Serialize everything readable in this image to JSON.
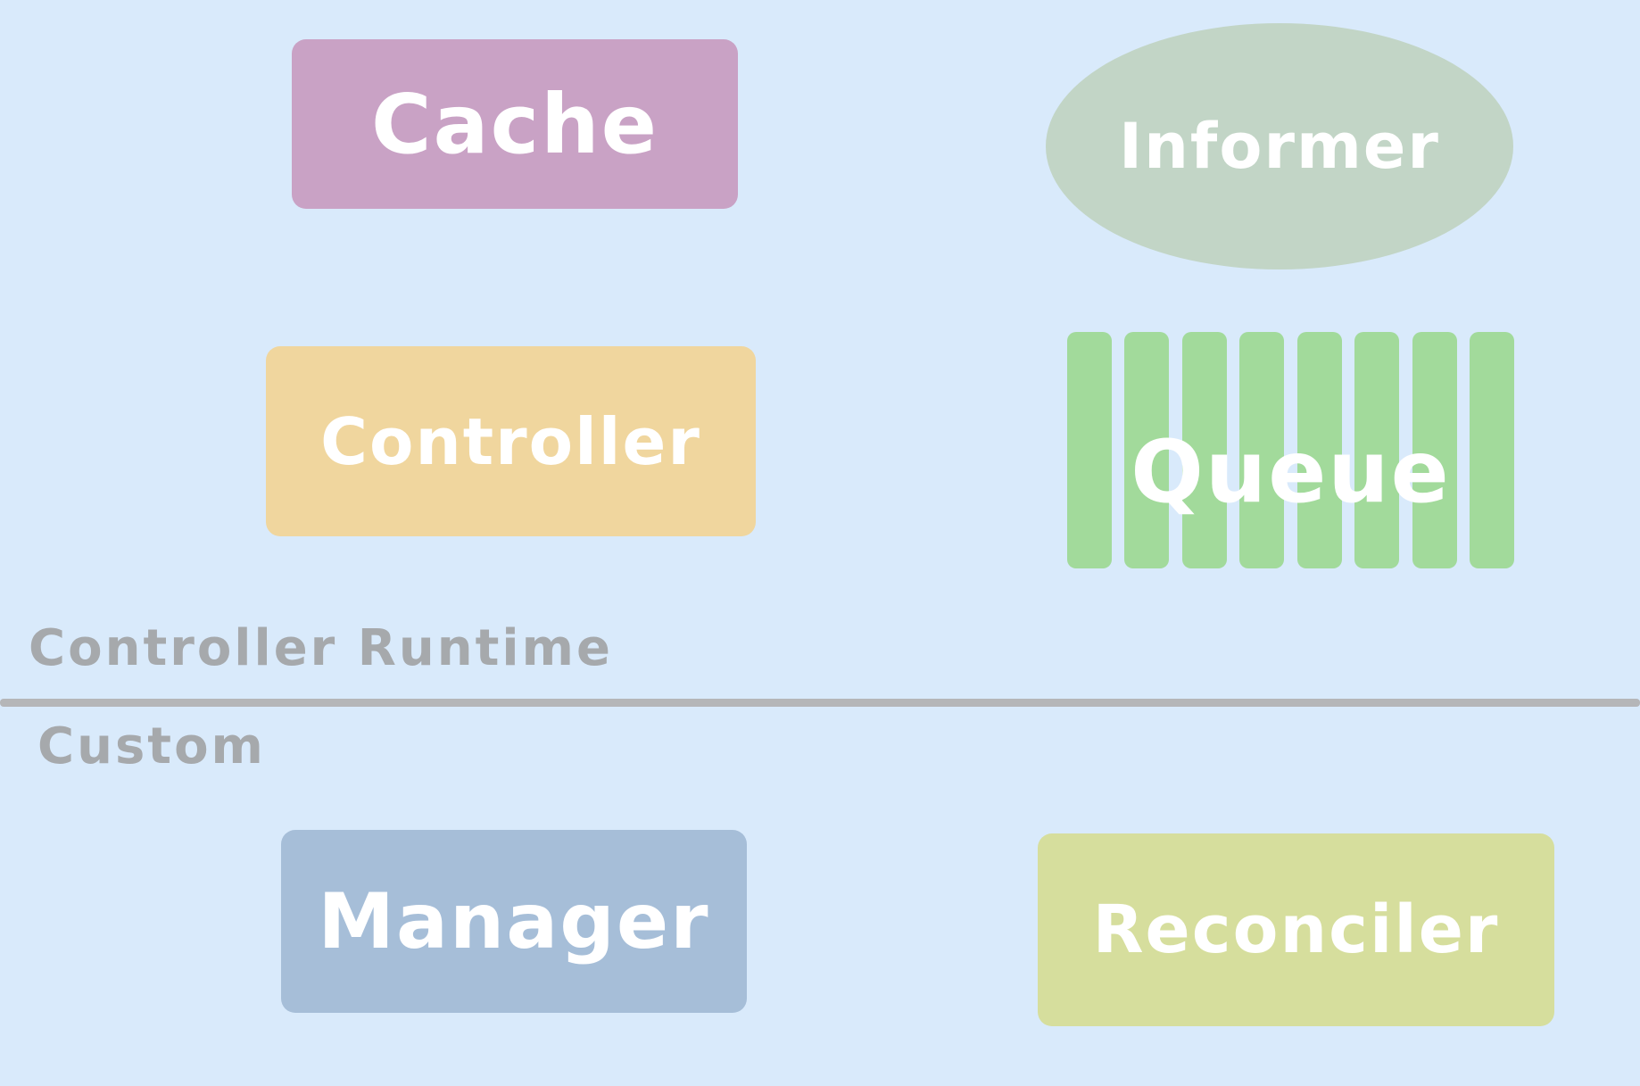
{
  "diagram": {
    "background": "#d9eafb",
    "node_text_color": "#ffffff",
    "nodes": {
      "cache": {
        "label": "Cache",
        "shape": "rectangle",
        "fill": "#c9a2c5"
      },
      "informer": {
        "label": "Informer",
        "shape": "ellipse",
        "fill": "#c2d5c6"
      },
      "controller": {
        "label": "Controller",
        "shape": "rectangle",
        "fill": "#f0d69e"
      },
      "queue": {
        "label": "Queue",
        "shape": "bar-stack",
        "fill": "#a2da9b",
        "bar_count": 8
      },
      "manager": {
        "label": "Manager",
        "shape": "rectangle",
        "fill": "#a6bed8"
      },
      "reconciler": {
        "label": "Reconciler",
        "shape": "rectangle",
        "fill": "#d6de9d"
      }
    },
    "sections": {
      "top_label": "Controller Runtime",
      "bottom_label": "Custom",
      "label_color": "#a6a9ac",
      "divider_color": "#b5b6b8"
    }
  }
}
